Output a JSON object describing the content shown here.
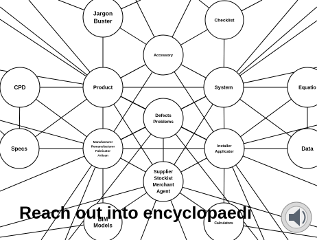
{
  "diagram": {
    "caption": "Reach out into encyclopaedi",
    "speaker_icon": "speaker-icon",
    "nodes": [
      {
        "id": "jargon",
        "label": [
          "Jargon",
          "Buster"
        ]
      },
      {
        "id": "checklist",
        "label": [
          "Checklist"
        ]
      },
      {
        "id": "accessory",
        "label": [
          "Accessory"
        ]
      },
      {
        "id": "cpd",
        "label": [
          "CPD"
        ]
      },
      {
        "id": "product",
        "label": [
          "Product"
        ]
      },
      {
        "id": "system",
        "label": [
          "System"
        ]
      },
      {
        "id": "equation",
        "label": [
          "Equatio"
        ]
      },
      {
        "id": "defects",
        "label": [
          "Defects",
          "Problems"
        ]
      },
      {
        "id": "specs",
        "label": [
          "Specs"
        ]
      },
      {
        "id": "manufacturer",
        "label": [
          "Manufacturer",
          "Remanufacturer",
          "Fabricator",
          "Artisan"
        ]
      },
      {
        "id": "installer",
        "label": [
          "Installer",
          "Applicator"
        ]
      },
      {
        "id": "data",
        "label": [
          "Data"
        ]
      },
      {
        "id": "supplier",
        "label": [
          "Supplier",
          "Stockist",
          "Merchant",
          "Agent"
        ]
      },
      {
        "id": "bim",
        "label": [
          "BIM",
          "Models"
        ]
      },
      {
        "id": "calculators",
        "label": [
          "Calculators"
        ]
      }
    ]
  }
}
